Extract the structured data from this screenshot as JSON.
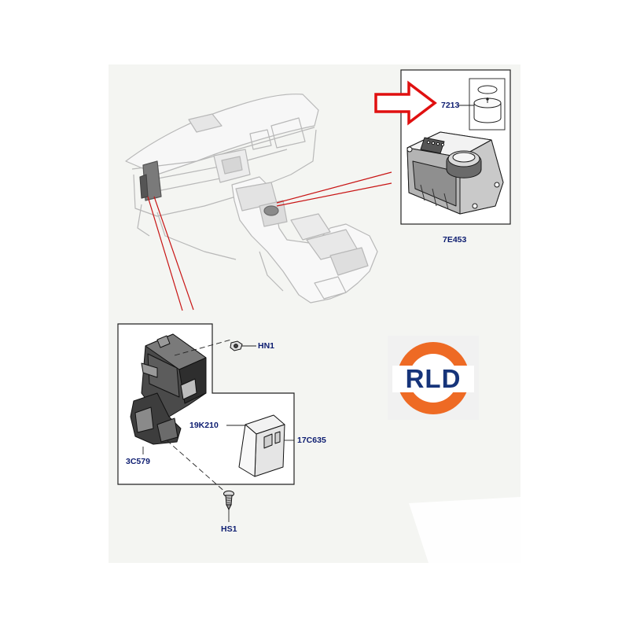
{
  "callouts": {
    "c7213": "7213",
    "c7E453": "7E453",
    "cHN1": "HN1",
    "c19K210": "19K210",
    "c17C635": "17C635",
    "c3C579": "3C579",
    "cHS1": "HS1"
  },
  "logo": {
    "text": "RLD"
  },
  "colors": {
    "callout_text": "#0c1c70",
    "leader_lines": "#c81414",
    "arrow": "#e01010",
    "logo_ring": "#ee6a24",
    "logo_text": "#16347a",
    "background_panel": "#f4f5f2"
  },
  "icons": {
    "arrow": "red-outline-arrow-icon",
    "logo": "rld-logo"
  }
}
